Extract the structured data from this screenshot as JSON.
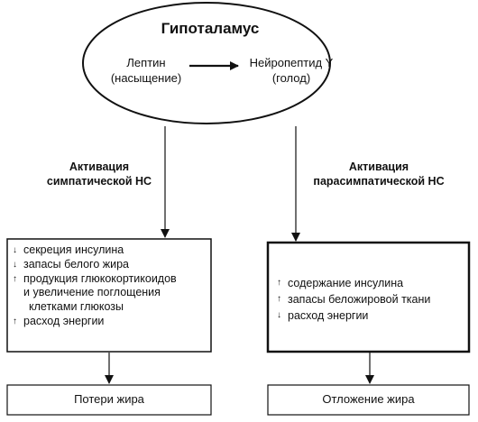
{
  "hypothalamus": {
    "title": "Гипоталамус",
    "leptin_label": "Лептин",
    "leptin_sub": "(насыщение)",
    "neuropeptide_label": "Нейропептид Y",
    "neuropeptide_sub": "(голод)"
  },
  "left_branch": {
    "activation_line1": "Активация",
    "activation_line2": "симпатической НС",
    "effects": [
      {
        "arrow": "↓",
        "direction": "down",
        "text": "секреция инсулина"
      },
      {
        "arrow": "↓",
        "direction": "down",
        "text": "запасы белого жира"
      },
      {
        "arrow": "↑",
        "direction": "up",
        "text": "продукция глюкокортикоидов",
        "cont1": "и увеличение поглощения",
        "cont2": "клетками глюкозы"
      },
      {
        "arrow": "↑",
        "direction": "up",
        "text": "расход энергии"
      }
    ],
    "result": "Потери жира"
  },
  "right_branch": {
    "activation_line1": "Активация",
    "activation_line2": "парасимпатической НС",
    "effects": [
      {
        "arrow": "↑",
        "direction": "up",
        "text": "содержание инсулина"
      },
      {
        "arrow": "↑",
        "direction": "up",
        "text": "запасы беложировой ткани"
      },
      {
        "arrow": "↓",
        "direction": "down",
        "text": "расход энергии"
      }
    ],
    "result": "Отложение жира"
  }
}
